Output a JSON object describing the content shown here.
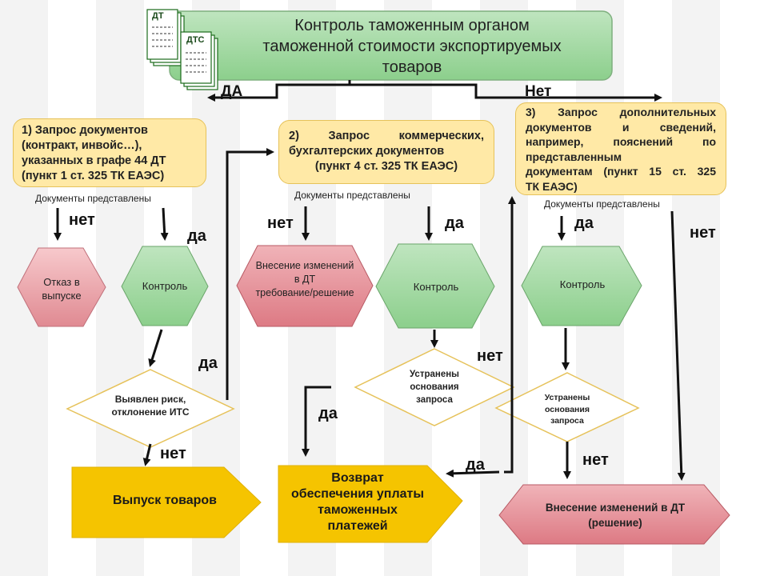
{
  "title": {
    "lines": [
      "Контроль таможенным органом",
      "таможенной стоимости экспортируемых",
      "товаров"
    ]
  },
  "doc_icons": {
    "dt": "ДТ",
    "dts": "ДТС"
  },
  "branch_labels": {
    "yes": "ДА",
    "no": "Нет"
  },
  "requests": {
    "r1": [
      "1) Запрос документов",
      "(контракт, инвойс…),",
      "указанных в графе 44 ДТ",
      "(пункт 1 ст. 325 ТК ЕАЭС)"
    ],
    "r2": [
      "2) Запрос коммерческих,",
      "бухгалтерских документов",
      "(пункт 4 ст. 325 ТК ЕАЭС)"
    ],
    "r3": [
      "3) Запрос дополнительных",
      "документов и сведений,",
      "например, пояснений по",
      "представленным",
      "документам (пункт 15 ст. 325",
      "ТК ЕАЭС)"
    ]
  },
  "docs_presented": "Документы представлены",
  "edge_labels": {
    "no": "нет",
    "yes": "да"
  },
  "nodes": {
    "refuse": [
      "Отказ в",
      "выпуске"
    ],
    "control1": "Контроль",
    "change_dt": [
      "Внесение изменений",
      "в ДТ",
      "требование/решение"
    ],
    "control2": "Контроль",
    "control3": "Контроль",
    "risk": [
      "Выявлен риск,",
      "отклонение ИТС"
    ],
    "eliminated2": [
      "Устранены",
      "основания",
      "запроса"
    ],
    "eliminated3": [
      "Устранены",
      "основания",
      "запроса"
    ],
    "release": "Выпуск товаров",
    "refund": [
      "Возврат",
      "обеспечения уплаты",
      "таможенных",
      "платежей"
    ],
    "change_final": [
      "Внесение изменений в ДТ",
      "(решение)"
    ]
  },
  "colors": {
    "green_fill": "#a8d8a8",
    "green_stroke": "#5a9a5a",
    "red_fill": "#e88a94",
    "red_stroke": "#b85a64",
    "yellow_fill": "#f5c400",
    "yellow_box": "#ffe9a6",
    "yellow_stroke": "#e6b800",
    "title_fill": "#9fd3a4"
  }
}
